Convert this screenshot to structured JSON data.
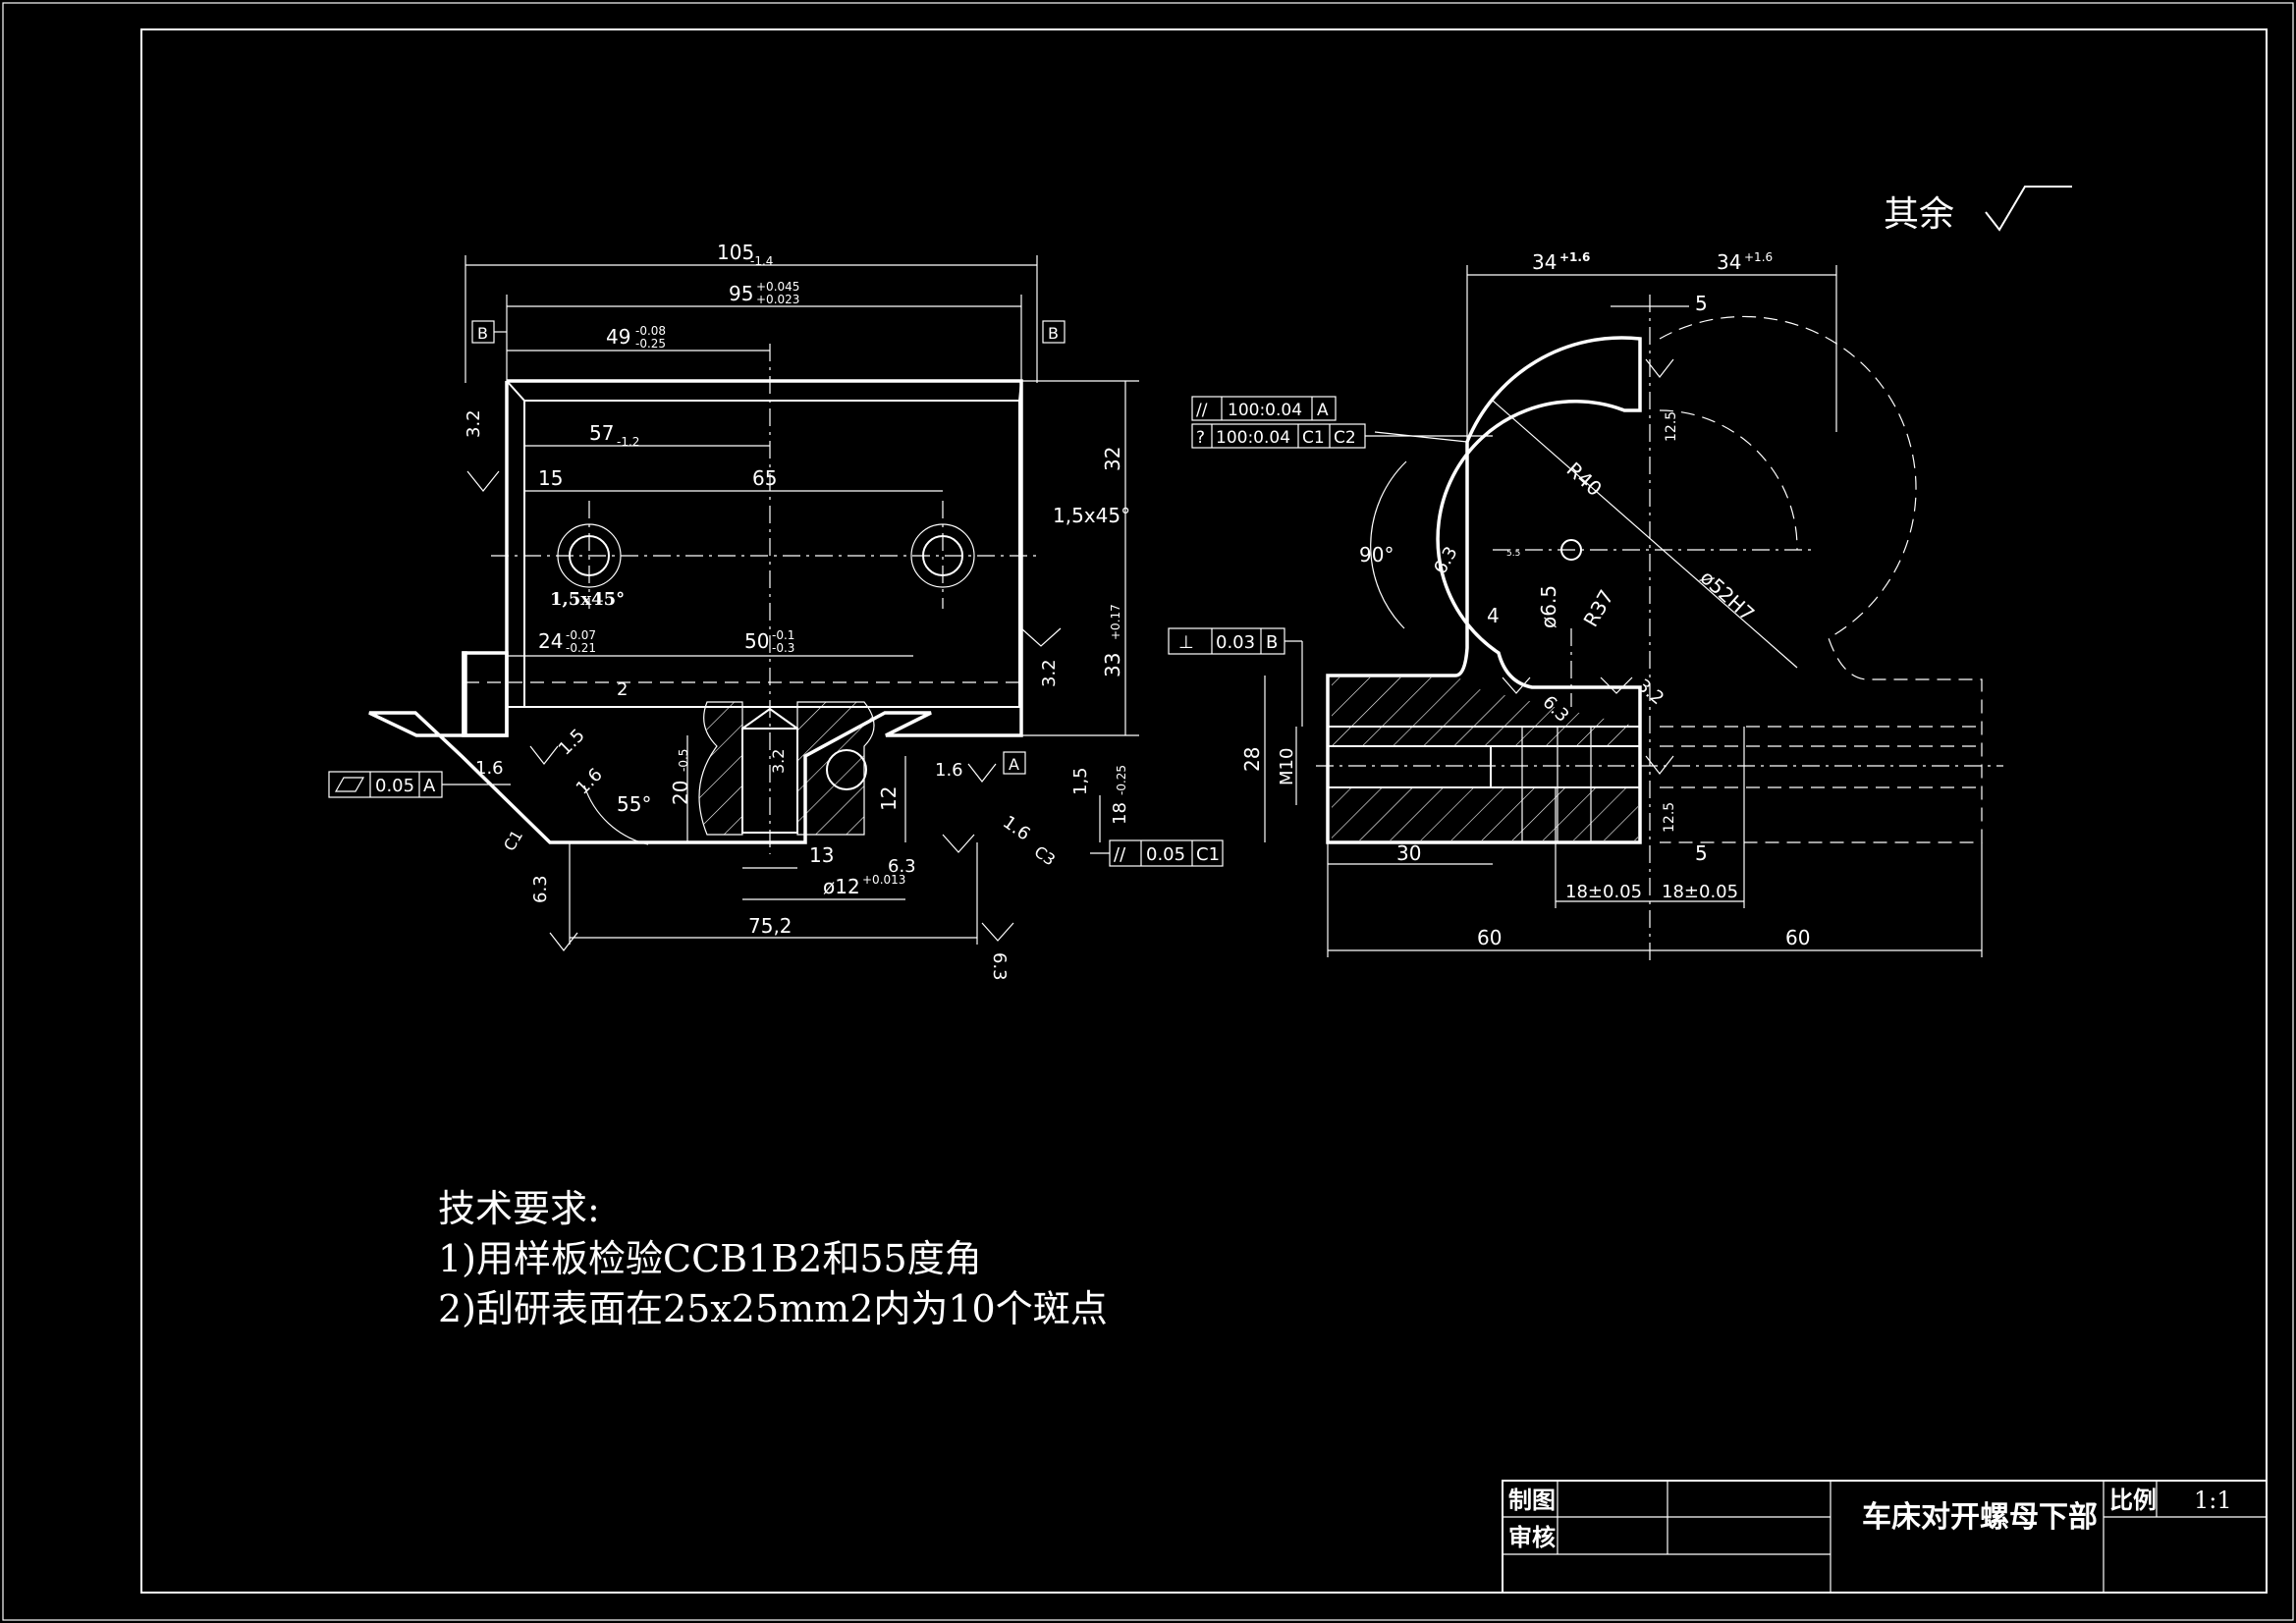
{
  "roughness_note": {
    "label": "其余"
  },
  "tech_requirements": {
    "title": "技术要求:",
    "items": [
      "1)用样板检验CCB1B2和55度角",
      "2)刮研表面在25x25mm2内为10个斑点"
    ]
  },
  "title_block": {
    "drawn_label": "制图",
    "checked_label": "审核",
    "part_name": "车床对开螺母下部",
    "scale_label": "比例",
    "scale_value": "1:1"
  },
  "front_view": {
    "dims": {
      "overall_width": "105",
      "overall_width_tol": "-1.4",
      "inner_width": "95",
      "inner_width_tol_up": "+0.045",
      "inner_width_tol_low": "+0.023",
      "half_width": "49",
      "half_width_tol_up": "-0.08",
      "half_width_tol_low": "-0.25",
      "width_57": "57",
      "width_57_tol": "-1.2",
      "hole_offset": "15",
      "hole_spacing": "65",
      "height_32": "32",
      "chamfer_right": "1,5x45°",
      "chamfer_hole": "1,5x45°",
      "height_33": "33",
      "height_33_tol": "+0.17",
      "width_24": "24",
      "width_24_tol_up": "-0.07",
      "width_24_tol_low": "-0.21",
      "width_50": "50",
      "width_50_tol_up": "-0.1",
      "width_50_tol_low": "-0.3",
      "height_20": "20",
      "height_20_tol": "-0.5",
      "depth_12": "12",
      "height_1_5": "1,5",
      "height_18": "18",
      "height_18_tol": "-0.25",
      "width_13": "13",
      "dia_12": "ø12",
      "dia_12_tol": "+0.013",
      "base_width": "75,2",
      "angle": "55°",
      "rough_3_2_a": "3.2",
      "rough_3_2_b": "3.2",
      "rough_3_2_c": "3.2",
      "rough_1_6_a": "1.6",
      "rough_1_6_b": "1.6",
      "rough_1_6_c": "1.6",
      "rough_1_6_d": "1.6",
      "rough_1_5": "1.5",
      "rough_6_3_a": "6.3",
      "rough_6_3_b": "6.3",
      "rough_6_3_c": "6.3",
      "num_2": "2",
      "label_c1": "C1",
      "label_c3": "C3"
    },
    "datum_b_left": "B",
    "datum_b_right": "B",
    "datum_a": "A",
    "gtol_flatness": {
      "value": "0.05",
      "datum": "A"
    },
    "gtol_parallel": {
      "symbol": "//",
      "value": "0.05",
      "datum": "C1"
    }
  },
  "side_view": {
    "dims": {
      "left_34": "34",
      "left_34_tol": "+1.6",
      "right_34": "34",
      "right_34_tol": "+1.6",
      "slot_5_top": "5",
      "rough_12_5_top": "12.5",
      "radius_40": "R40",
      "radius_37": "R37",
      "angle_90": "90°",
      "rough_6_3": "6.3",
      "small_dim": "5.5",
      "dim_4": "4",
      "dia_6_5": "ø6.5",
      "bore": "ø52H7",
      "rough_3_2": "3.2",
      "rough_6_3_b": "6.3",
      "height_28": "28",
      "thread": "M10",
      "rough_12_5_bottom": "12.5",
      "slot_5_bottom": "5",
      "width_30": "30",
      "dist_18_a": "18±0.05",
      "dist_18_b": "18±0.05",
      "half_60_left": "60",
      "half_60_right": "60"
    },
    "gtol_parallel": {
      "symbol": "//",
      "value": "100:0.04",
      "datum": "A"
    },
    "gtol_position": {
      "symbol": "?",
      "value": "100:0.04",
      "datum1": "C1",
      "datum2": "C2"
    },
    "gtol_perp": {
      "symbol": "⊥",
      "value": "0.03",
      "datum": "B"
    }
  }
}
